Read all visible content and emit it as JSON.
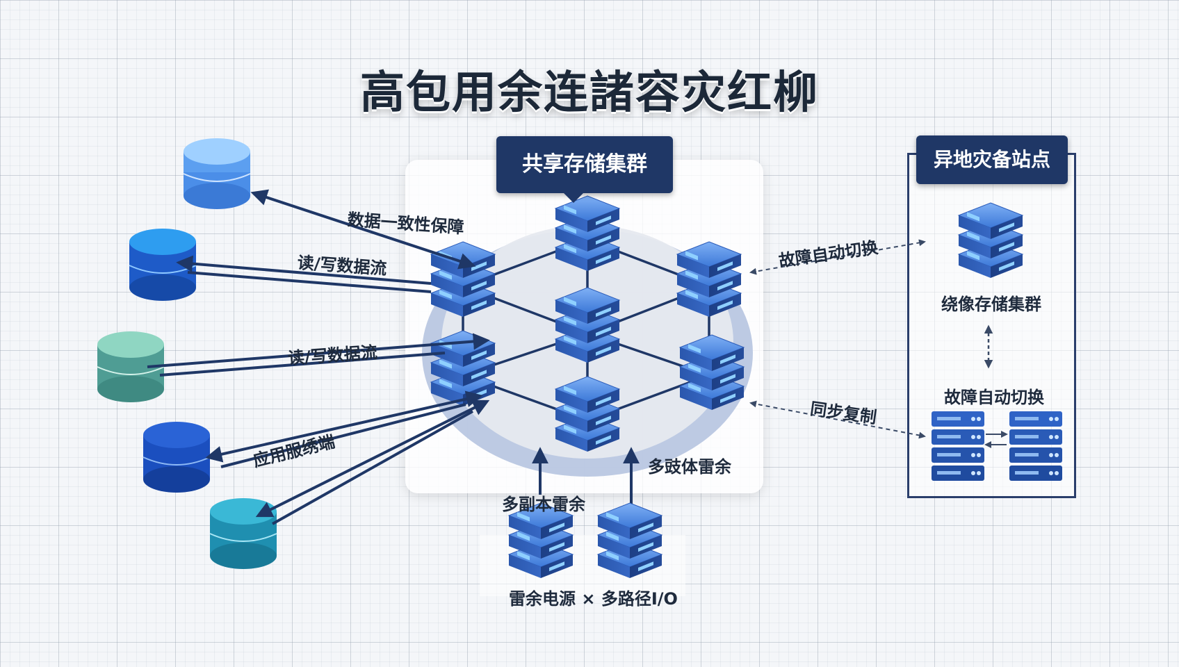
{
  "title": "高包用余连諸容灾红柳",
  "shared_cluster": {
    "title": "共享存储集群"
  },
  "remote_site": {
    "title": "异地灾备站点",
    "mirror_label": "绕像存储集群",
    "failover_label": "故障自动切换"
  },
  "links": {
    "consistency": "数据一致性保障",
    "rw_flow_1": "读/写数据流",
    "rw_flow_2": "读/写数据流",
    "app_client": "应用服绣端",
    "failover": "故障自动切换",
    "sync_copy": "同步复制"
  },
  "redundancy": {
    "replica": "多副本雷余",
    "multi_disk": "多豉体雷余",
    "power_io": "雷余电源 × 多路径I/O"
  },
  "colors": {
    "navy": "#1f3766",
    "server_blue": "#2f63c6",
    "arrow": "#1f3766",
    "dashed": "#3a4a66"
  }
}
